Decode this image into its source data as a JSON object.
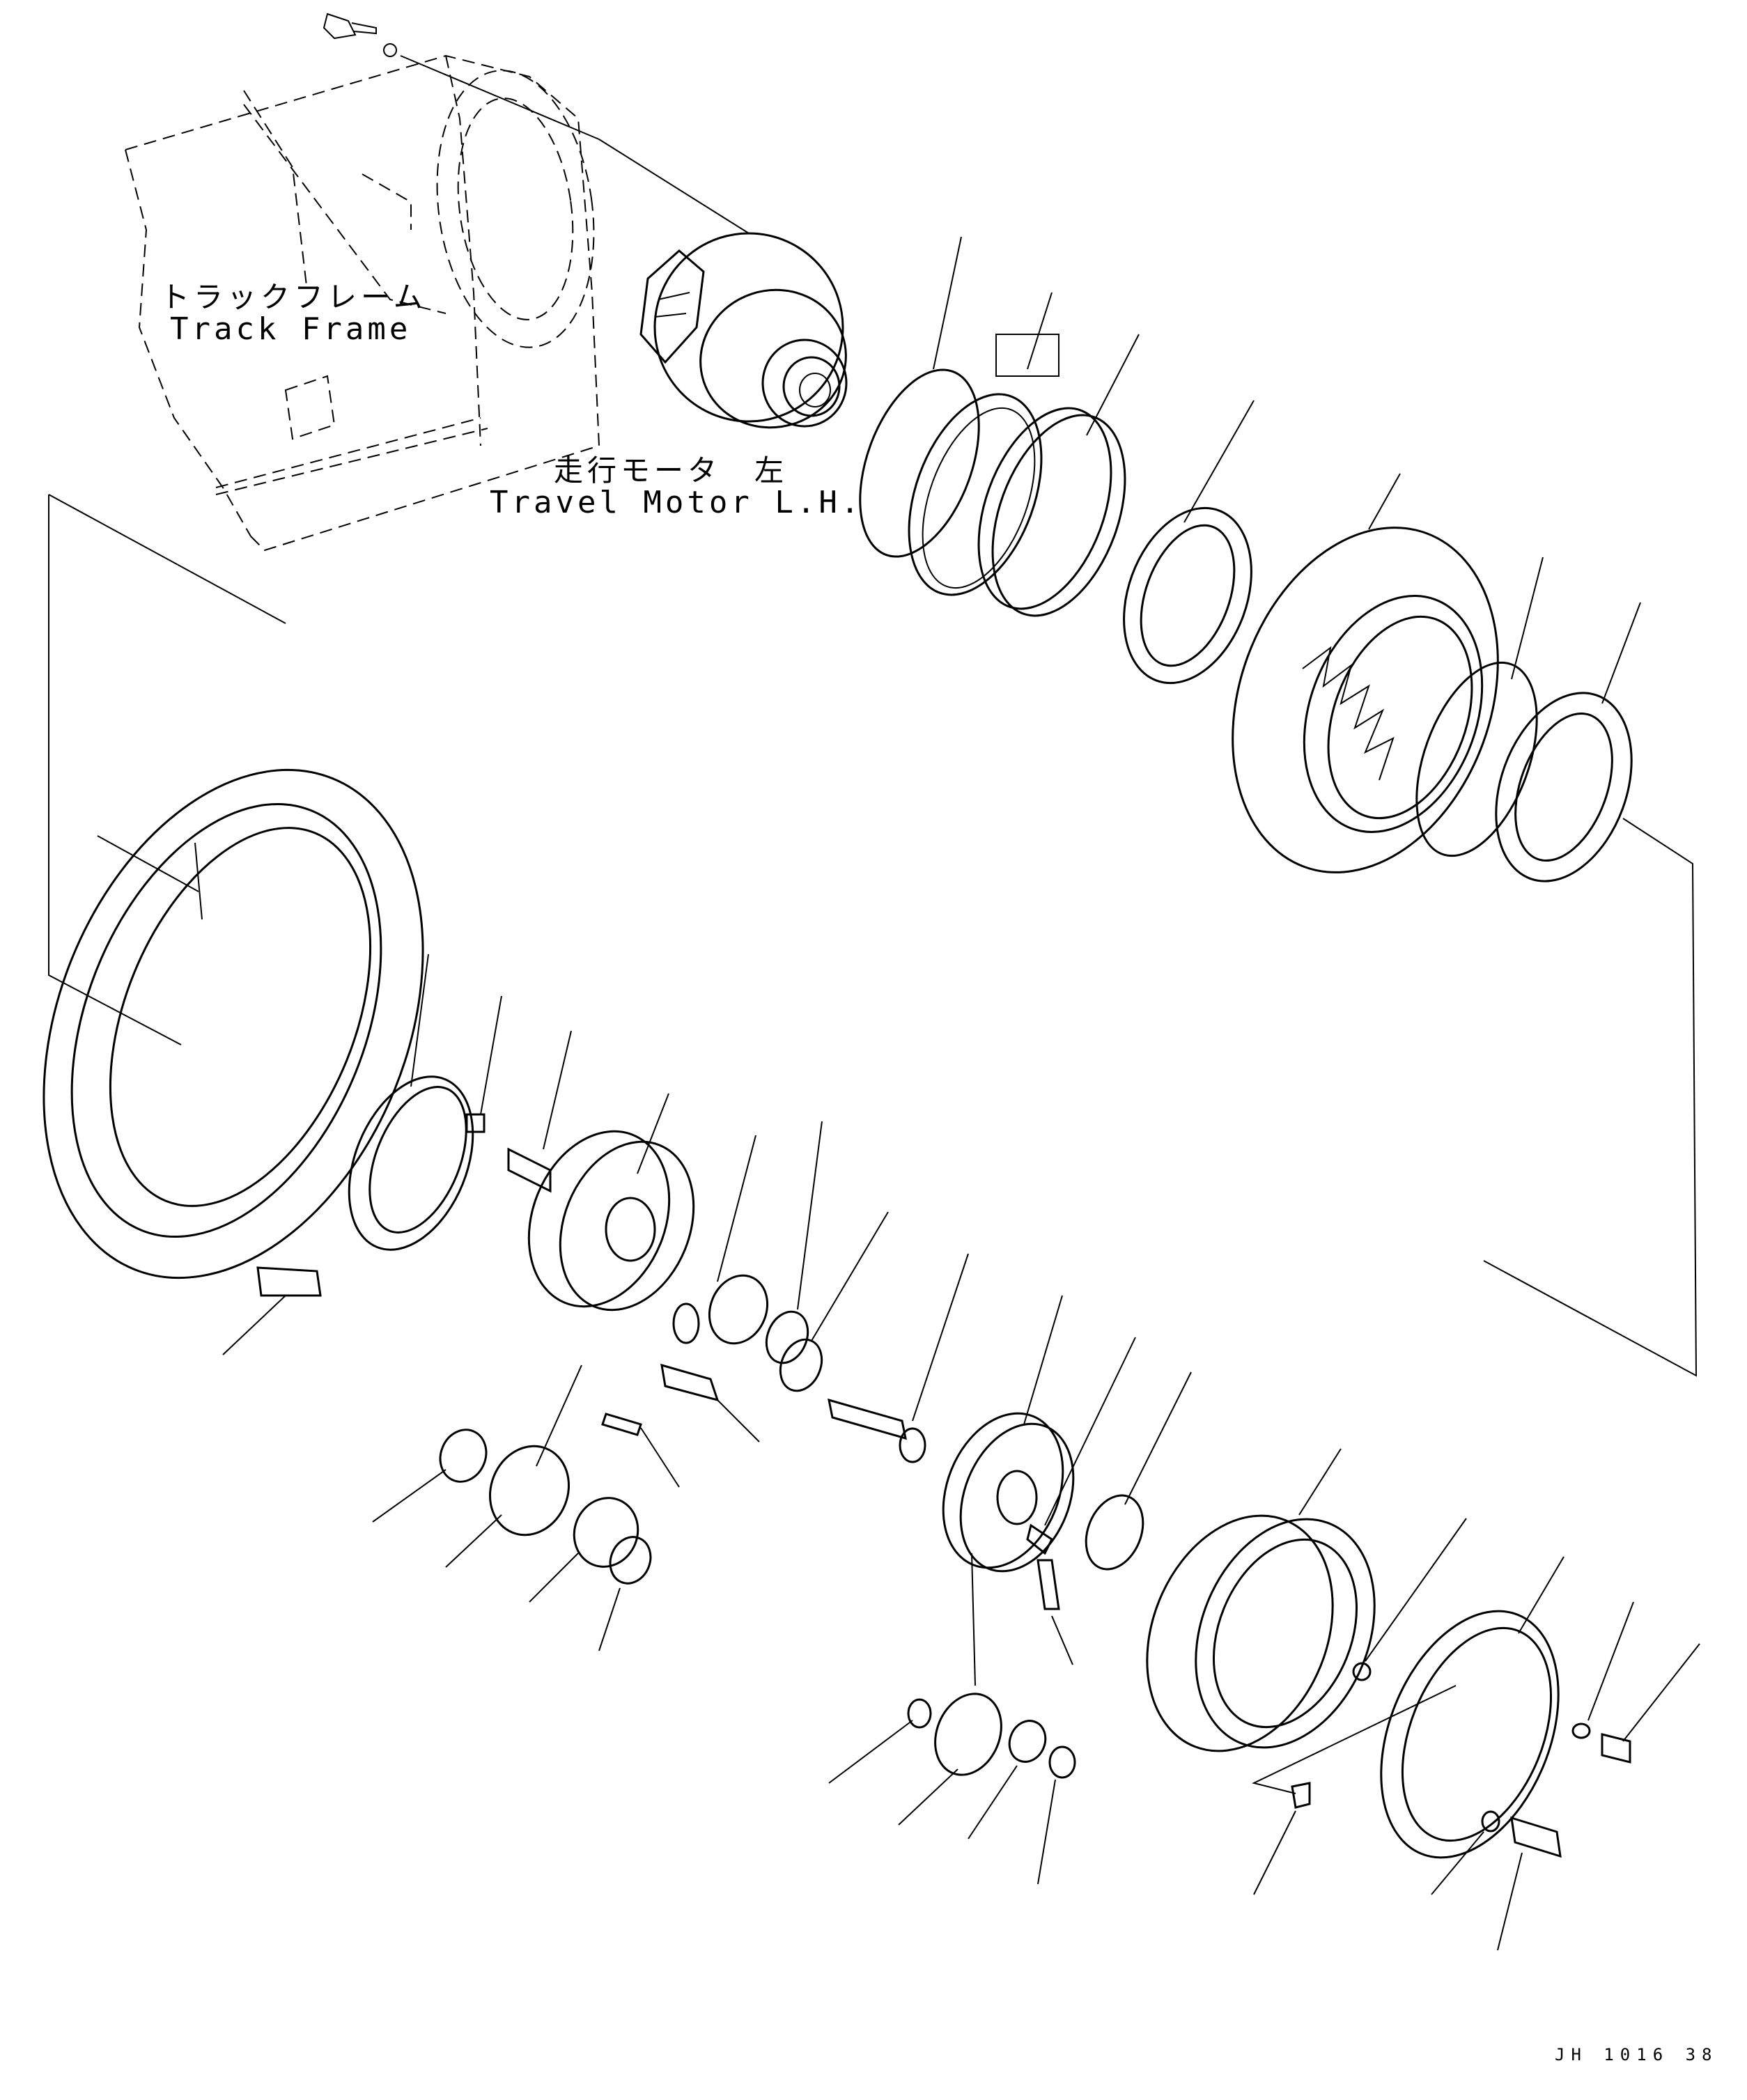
{
  "labels": {
    "track_frame_jp": "トラックフレーム",
    "track_frame_en": "Track Frame",
    "travel_motor_jp": "走行モータ　左",
    "travel_motor_en": "Travel Motor L.H.",
    "drawing_code": "JH 1016 38"
  },
  "colors": {
    "ink": "#000000",
    "paper": "#ffffff"
  }
}
